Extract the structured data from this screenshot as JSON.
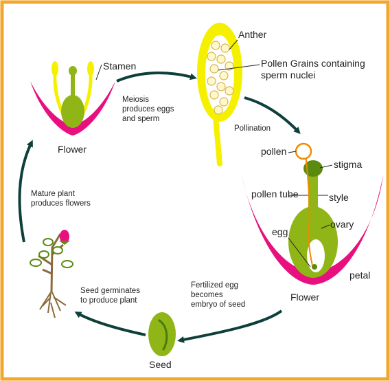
{
  "colors": {
    "border": "#f2a82e",
    "arrow": "#0e3f3b",
    "petal": "#e8107e",
    "stamen": "#f5f000",
    "green": "#8fb516",
    "dark_green": "#5a8a10",
    "stem": "#8a6a3a",
    "pollen_tube": "#f08a00"
  },
  "labels": {
    "stamen": "Stamen",
    "flower_top": "Flower",
    "meiosis": [
      "Meiosis",
      "produces eggs",
      "and sperm"
    ],
    "anther": "Anther",
    "pollen_grains": [
      "Pollen Grains containing",
      "sperm nuclei"
    ],
    "pollination": "Pollination",
    "pollen": "pollen",
    "stigma": "stigma",
    "pollen_tube": "pollen tube",
    "style": "style",
    "ovary": "ovary",
    "egg": "egg",
    "petal": "petal",
    "flower_right": "Flower",
    "fertilized": [
      "Fertilized egg",
      "becomes",
      "embryo of seed"
    ],
    "seed": "Seed",
    "germinates": [
      "Seed germinates",
      "to produce plant"
    ],
    "mature": [
      "Mature plant",
      "produces flowers"
    ]
  }
}
